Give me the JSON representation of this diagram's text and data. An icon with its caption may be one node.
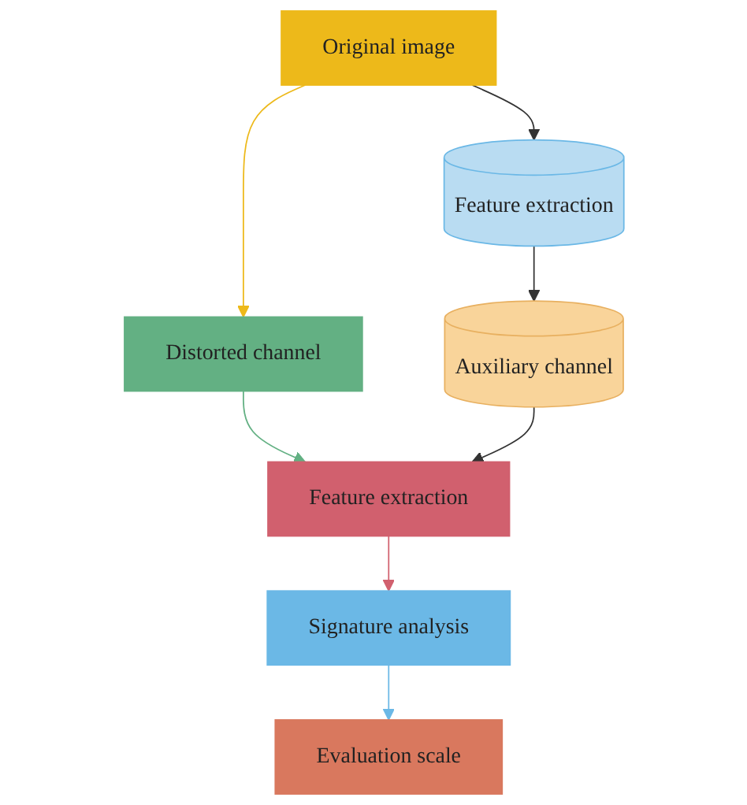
{
  "diagram": {
    "nodes": [
      {
        "text": [
          "Original image"
        ]
      },
      {
        "text": [
          "Distorted channel"
        ]
      },
      {
        "text": [
          "Feature extraction"
        ]
      },
      {
        "text": [
          "Signature analysis"
        ]
      },
      {
        "text": [
          "Evaluation scale"
        ]
      },
      {
        "text": [
          "Feature extraction"
        ]
      },
      {
        "text": [
          "Auxiliary channel"
        ]
      }
    ],
    "edges": [
      {
        "from": 0,
        "to": 1,
        "arrow": "to",
        "color": "#edb91a"
      },
      {
        "from": 1,
        "to": 2,
        "arrow": "to",
        "color": "#63b083"
      },
      {
        "from": 2,
        "to": 3,
        "arrow": "to",
        "color": "#d1606e"
      },
      {
        "from": 3,
        "to": 4,
        "arrow": "to",
        "color": "#6bb8e6"
      },
      {
        "from": 0,
        "to": 5,
        "arrow": "to"
      },
      {
        "from": 5,
        "to": 6,
        "arrow": "to"
      },
      {
        "from": 6,
        "to": 2,
        "arrow": "to"
      }
    ]
  }
}
